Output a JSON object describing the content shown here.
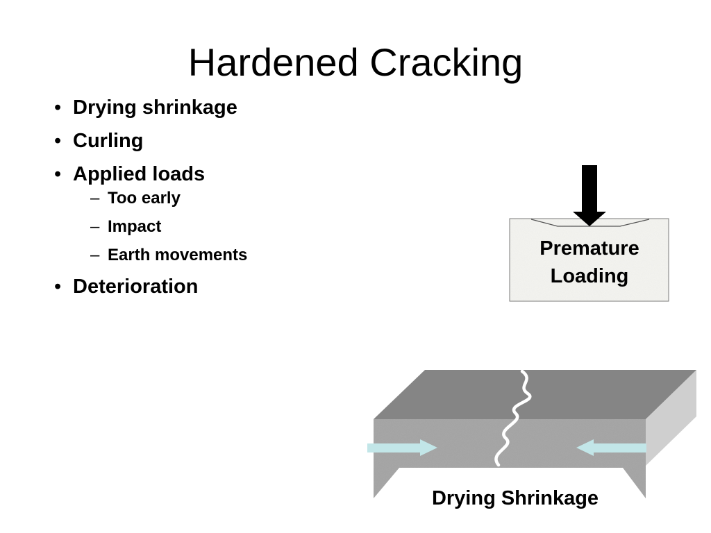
{
  "slide": {
    "title": "Hardened Cracking",
    "bullets": [
      {
        "marker": "•",
        "label": "Drying shrinkage",
        "subitems": []
      },
      {
        "marker": "•",
        "label": "Curling",
        "subitems": []
      },
      {
        "marker": "•",
        "label": "Applied loads",
        "subitems": [
          {
            "marker": "–",
            "label": "Too early"
          },
          {
            "marker": "–",
            "label": "Impact"
          },
          {
            "marker": "–",
            "label": "Earth movements"
          }
        ]
      },
      {
        "marker": "•",
        "label": "Deterioration",
        "subitems": []
      }
    ]
  },
  "figures": {
    "premature_loading": {
      "label_line1": "Premature",
      "label_line2": "Loading",
      "arrow_icon": "down-arrow-icon"
    },
    "drying_shrinkage": {
      "label": "Drying Shrinkage",
      "crack_icon": "crack-icon",
      "arrow_icons": [
        "right-arrow-icon",
        "left-arrow-icon"
      ]
    }
  },
  "colors": {
    "background": "#ffffff",
    "text": "#000000",
    "slab_top": "#858585",
    "slab_side": "#cfcfcf",
    "shrink_arrow": "#c2e6e8",
    "concrete_light": "#f0f0ec"
  }
}
